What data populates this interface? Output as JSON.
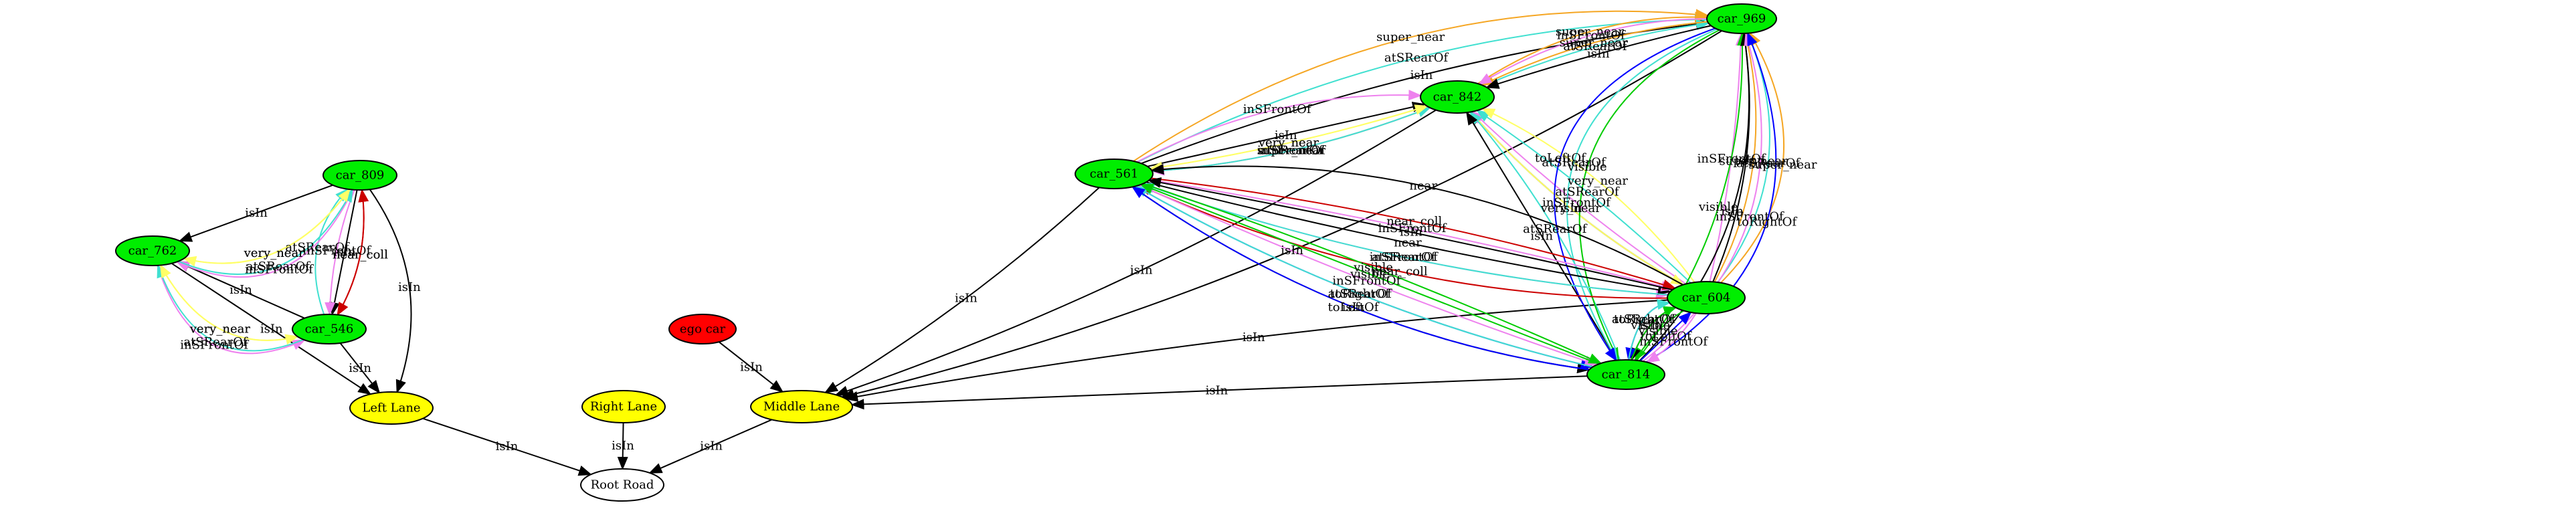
{
  "colors": {
    "car": "#00ee00",
    "ego": "#ff0000",
    "lane": "#ffff00",
    "root": "#ffffff",
    "isIn": "#000000",
    "near_coll": "#cc0000",
    "super_near": "#f5a623",
    "very_near": "#ffff66",
    "inSFrontOf": "#ee82ee",
    "inFrontOf": "#ee82ee",
    "atSRearOf": "#40e0d0",
    "atRearOf": "#40e0d0",
    "toLeftOf": "#0000ff",
    "toRightOf": "#0000ff",
    "visible": "#00cc00"
  },
  "nodes": [
    {
      "id": "car_969",
      "label": "car_969",
      "kind": "car"
    },
    {
      "id": "car_842",
      "label": "car_842",
      "kind": "car"
    },
    {
      "id": "car_561",
      "label": "car_561",
      "kind": "car"
    },
    {
      "id": "car_604",
      "label": "car_604",
      "kind": "car"
    },
    {
      "id": "car_814",
      "label": "car_814",
      "kind": "car"
    },
    {
      "id": "car_809",
      "label": "car_809",
      "kind": "car"
    },
    {
      "id": "car_762",
      "label": "car_762",
      "kind": "car"
    },
    {
      "id": "car_546",
      "label": "car_546",
      "kind": "car"
    },
    {
      "id": "ego_car",
      "label": "ego car",
      "kind": "ego"
    },
    {
      "id": "left_lane",
      "label": "Left Lane",
      "kind": "lane"
    },
    {
      "id": "middle_lane",
      "label": "Middle Lane",
      "kind": "lane"
    },
    {
      "id": "right_lane",
      "label": "Right Lane",
      "kind": "lane"
    },
    {
      "id": "root_road",
      "label": "Root Road",
      "kind": "root"
    }
  ],
  "edges": [
    {
      "from": "left_lane",
      "to": "root_road",
      "label": "isIn",
      "rel": "isIn"
    },
    {
      "from": "middle_lane",
      "to": "root_road",
      "label": "isIn",
      "rel": "isIn"
    },
    {
      "from": "right_lane",
      "to": "root_road",
      "label": "isIn",
      "rel": "isIn"
    },
    {
      "from": "ego_car",
      "to": "middle_lane",
      "label": "isIn",
      "rel": "isIn"
    },
    {
      "from": "car_546",
      "to": "left_lane",
      "label": "isIn",
      "rel": "isIn"
    },
    {
      "from": "car_762",
      "to": "left_lane",
      "label": "isIn",
      "rel": "isIn"
    },
    {
      "from": "car_809",
      "to": "left_lane",
      "label": "isIn",
      "rel": "isIn"
    },
    {
      "from": "car_809",
      "to": "car_762",
      "label": "isIn",
      "rel": "isIn"
    },
    {
      "from": "car_809",
      "to": "car_546",
      "label": "isIn",
      "rel": "isIn"
    },
    {
      "from": "car_546",
      "to": "car_762",
      "label": "isIn",
      "rel": "isIn"
    },
    {
      "from": "car_809",
      "to": "car_546",
      "label": "near_coll",
      "rel": "near_coll"
    },
    {
      "from": "car_546",
      "to": "car_809",
      "label": "near_coll",
      "rel": "near_coll"
    },
    {
      "from": "car_809",
      "to": "car_546",
      "label": "inSFrontOf",
      "rel": "inSFrontOf"
    },
    {
      "from": "car_546",
      "to": "car_809",
      "label": "atSRearOf",
      "rel": "atSRearOf"
    },
    {
      "from": "car_809",
      "to": "car_762",
      "label": "inSFrontOf",
      "rel": "inSFrontOf"
    },
    {
      "from": "car_809",
      "to": "car_762",
      "label": "very_near",
      "rel": "very_near"
    },
    {
      "from": "car_762",
      "to": "car_809",
      "label": "atSRearOf",
      "rel": "atSRearOf"
    },
    {
      "from": "car_762",
      "to": "car_809",
      "label": "very_near",
      "rel": "very_near"
    },
    {
      "from": "car_762",
      "to": "car_546",
      "label": "inSFrontOf",
      "rel": "inSFrontOf"
    },
    {
      "from": "car_762",
      "to": "car_546",
      "label": "very_near",
      "rel": "very_near"
    },
    {
      "from": "car_546",
      "to": "car_762",
      "label": "atSRearOf",
      "rel": "atSRearOf"
    },
    {
      "from": "car_546",
      "to": "car_762",
      "label": "very_near",
      "rel": "very_near"
    },
    {
      "from": "car_969",
      "to": "middle_lane",
      "label": "isIn",
      "rel": "isIn"
    },
    {
      "from": "car_842",
      "to": "middle_lane",
      "label": "isIn",
      "rel": "isIn"
    },
    {
      "from": "car_561",
      "to": "middle_lane",
      "label": "isIn",
      "rel": "isIn"
    },
    {
      "from": "car_604",
      "to": "middle_lane",
      "label": "isIn",
      "rel": "isIn"
    },
    {
      "from": "car_814",
      "to": "middle_lane",
      "label": "isIn",
      "rel": "isIn"
    },
    {
      "from": "car_561",
      "to": "car_969",
      "label": "super_near",
      "rel": "super_near"
    },
    {
      "from": "car_561",
      "to": "car_969",
      "label": "atSRearOf",
      "rel": "atSRearOf"
    },
    {
      "from": "car_561",
      "to": "car_842",
      "label": "super_near",
      "rel": "super_near"
    },
    {
      "from": "car_561",
      "to": "car_969",
      "label": "isIn",
      "rel": "isIn"
    },
    {
      "from": "car_561",
      "to": "car_842",
      "label": "inSFrontOf",
      "rel": "inSFrontOf"
    },
    {
      "from": "car_842",
      "to": "car_969",
      "label": "super_near",
      "rel": "super_near"
    },
    {
      "from": "car_842",
      "to": "car_969",
      "label": "atSRearOf",
      "rel": "atSRearOf"
    },
    {
      "from": "car_969",
      "to": "car_842",
      "label": "super_near",
      "rel": "super_near"
    },
    {
      "from": "car_969",
      "to": "car_842",
      "label": "isIn",
      "rel": "isIn"
    },
    {
      "from": "car_969",
      "to": "car_842",
      "label": "inSFrontOf",
      "rel": "inSFrontOf"
    },
    {
      "from": "car_561",
      "to": "car_842",
      "label": "isIn",
      "rel": "isIn"
    },
    {
      "from": "car_842",
      "to": "car_561",
      "label": "inSFrontOf",
      "rel": "inSFrontOf"
    },
    {
      "from": "car_842",
      "to": "car_561",
      "label": "very_near",
      "rel": "very_near"
    },
    {
      "from": "car_561",
      "to": "car_842",
      "label": "atSRearOf",
      "rel": "atSRearOf"
    },
    {
      "from": "car_561",
      "to": "car_842",
      "label": "very_near",
      "rel": "very_near"
    },
    {
      "from": "car_604",
      "to": "car_842",
      "label": "isIn",
      "rel": "isIn"
    },
    {
      "from": "car_604",
      "to": "car_842",
      "label": "inSFrontOf",
      "rel": "inSFrontOf"
    },
    {
      "from": "car_842",
      "to": "car_604",
      "label": "very_near",
      "rel": "very_near"
    },
    {
      "from": "car_604",
      "to": "car_842",
      "label": "atSRearOf",
      "rel": "atSRearOf"
    },
    {
      "from": "car_604",
      "to": "car_842",
      "label": "very_near",
      "rel": "very_near"
    },
    {
      "from": "car_604",
      "to": "car_969",
      "label": "isIn",
      "rel": "isIn"
    },
    {
      "from": "car_604",
      "to": "car_969",
      "label": "inSFrontOf",
      "rel": "inSFrontOf"
    },
    {
      "from": "car_604",
      "to": "car_969",
      "label": "super_near",
      "rel": "super_near"
    },
    {
      "from": "car_604",
      "to": "car_969",
      "label": "atSRearOf",
      "rel": "atSRearOf"
    },
    {
      "from": "car_604",
      "to": "car_969",
      "label": "super_near",
      "rel": "super_near"
    },
    {
      "from": "car_814",
      "to": "car_842",
      "label": "atSRearOf",
      "rel": "atSRearOf"
    },
    {
      "from": "car_814",
      "to": "car_842",
      "label": "isIn",
      "rel": "isIn"
    },
    {
      "from": "car_814",
      "to": "car_969",
      "label": "visible",
      "rel": "visible"
    },
    {
      "from": "car_814",
      "to": "car_969",
      "label": "isIn",
      "rel": "isIn"
    },
    {
      "from": "car_814",
      "to": "car_969",
      "label": "inSFrontOf",
      "rel": "inSFrontOf"
    },
    {
      "from": "car_814",
      "to": "car_969",
      "label": "toRightOf",
      "rel": "toRightOf"
    },
    {
      "from": "car_969",
      "to": "car_814",
      "label": "visible",
      "rel": "visible"
    },
    {
      "from": "car_969",
      "to": "car_814",
      "label": "atSRearOf",
      "rel": "atSRearOf"
    },
    {
      "from": "car_969",
      "to": "car_814",
      "label": "toLeftOf",
      "rel": "toLeftOf"
    },
    {
      "from": "car_561",
      "to": "car_604",
      "label": "inSFrontOf",
      "rel": "inSFrontOf"
    },
    {
      "from": "car_561",
      "to": "car_604",
      "label": "near",
      "rel": "near"
    },
    {
      "from": "car_561",
      "to": "car_604",
      "label": "inSFrontOf",
      "rel": "inSFrontOf"
    },
    {
      "from": "car_604",
      "to": "car_561",
      "label": "atSRearOf",
      "rel": "atSRearOf"
    },
    {
      "from": "car_604",
      "to": "car_561",
      "label": "near_coll",
      "rel": "near_coll"
    },
    {
      "from": "car_561",
      "to": "car_604",
      "label": "near_coll",
      "rel": "near_coll"
    },
    {
      "from": "car_604",
      "to": "car_561",
      "label": "isIn",
      "rel": "isIn"
    },
    {
      "from": "car_604",
      "to": "car_561",
      "label": "near",
      "rel": "near"
    },
    {
      "from": "car_561",
      "to": "car_814",
      "label": "isIn",
      "rel": "isIn"
    },
    {
      "from": "car_561",
      "to": "car_814",
      "label": "toRightOf",
      "rel": "toRightOf"
    },
    {
      "from": "car_561",
      "to": "car_814",
      "label": "inSFrontOf",
      "rel": "inSFrontOf"
    },
    {
      "from": "car_561",
      "to": "car_814",
      "label": "visible",
      "rel": "visible"
    },
    {
      "from": "car_814",
      "to": "car_561",
      "label": "atSRearOf",
      "rel": "atSRearOf"
    },
    {
      "from": "car_814",
      "to": "car_561",
      "label": "toLeftOf",
      "rel": "toLeftOf"
    },
    {
      "from": "car_814",
      "to": "car_561",
      "label": "visible",
      "rel": "visible"
    },
    {
      "from": "car_604",
      "to": "car_814",
      "label": "visible",
      "rel": "visible"
    },
    {
      "from": "car_604",
      "to": "car_814",
      "label": "isIn",
      "rel": "isIn"
    },
    {
      "from": "car_604",
      "to": "car_814",
      "label": "toRightOf",
      "rel": "toRightOf"
    },
    {
      "from": "car_604",
      "to": "car_814",
      "label": "inSFrontOf",
      "rel": "inSFrontOf"
    },
    {
      "from": "car_814",
      "to": "car_604",
      "label": "visible",
      "rel": "visible"
    },
    {
      "from": "car_814",
      "to": "car_604",
      "label": "atSRearOf",
      "rel": "atSRearOf"
    },
    {
      "from": "car_814",
      "to": "car_604",
      "label": "toLeftOf",
      "rel": "toLeftOf"
    }
  ]
}
